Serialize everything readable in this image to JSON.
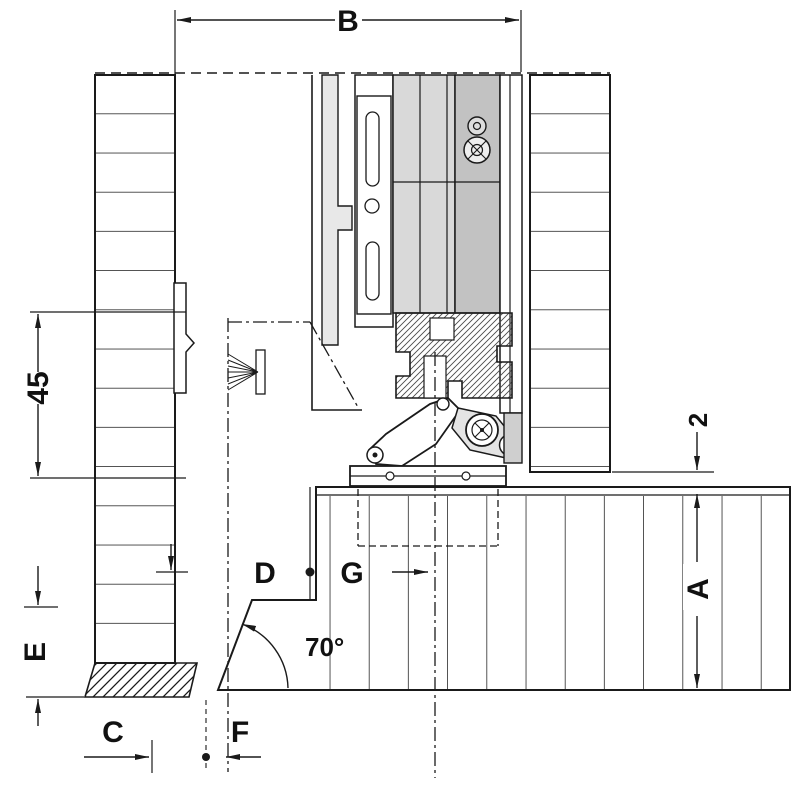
{
  "diagram": {
    "type": "technical-cross-section",
    "colors": {
      "line": "#1a1a1a",
      "gray_light": "#d9d9d9",
      "gray_mid": "#c2c2c2"
    },
    "dimensions": {
      "b": "B",
      "depth_45": "45",
      "gap_2": "2",
      "a": "A",
      "d": "D",
      "g": "G",
      "angle_70": "70°",
      "e": "E",
      "c": "C",
      "f": "F"
    }
  }
}
